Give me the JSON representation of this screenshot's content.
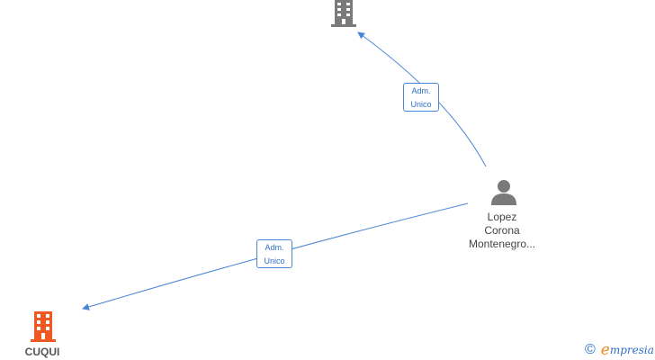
{
  "nodes": {
    "company_top": {
      "label": "",
      "color": "#7a7a7a"
    },
    "company_bottom": {
      "label": "CUQUI",
      "color": "#f05a22"
    },
    "person": {
      "name_lines": [
        "Lopez",
        "Corona",
        "Montenegro..."
      ],
      "color": "#7a7a7a"
    }
  },
  "edges": [
    {
      "from": "person",
      "to": "company_top",
      "label_lines": [
        "Adm.",
        "Unico"
      ]
    },
    {
      "from": "person",
      "to": "company_bottom",
      "label_lines": [
        "Adm.",
        "Unico"
      ]
    }
  ],
  "colors": {
    "edge": "#4a86d4"
  },
  "brand": {
    "copyright": "©",
    "initial": "e",
    "rest": "mpresia"
  }
}
